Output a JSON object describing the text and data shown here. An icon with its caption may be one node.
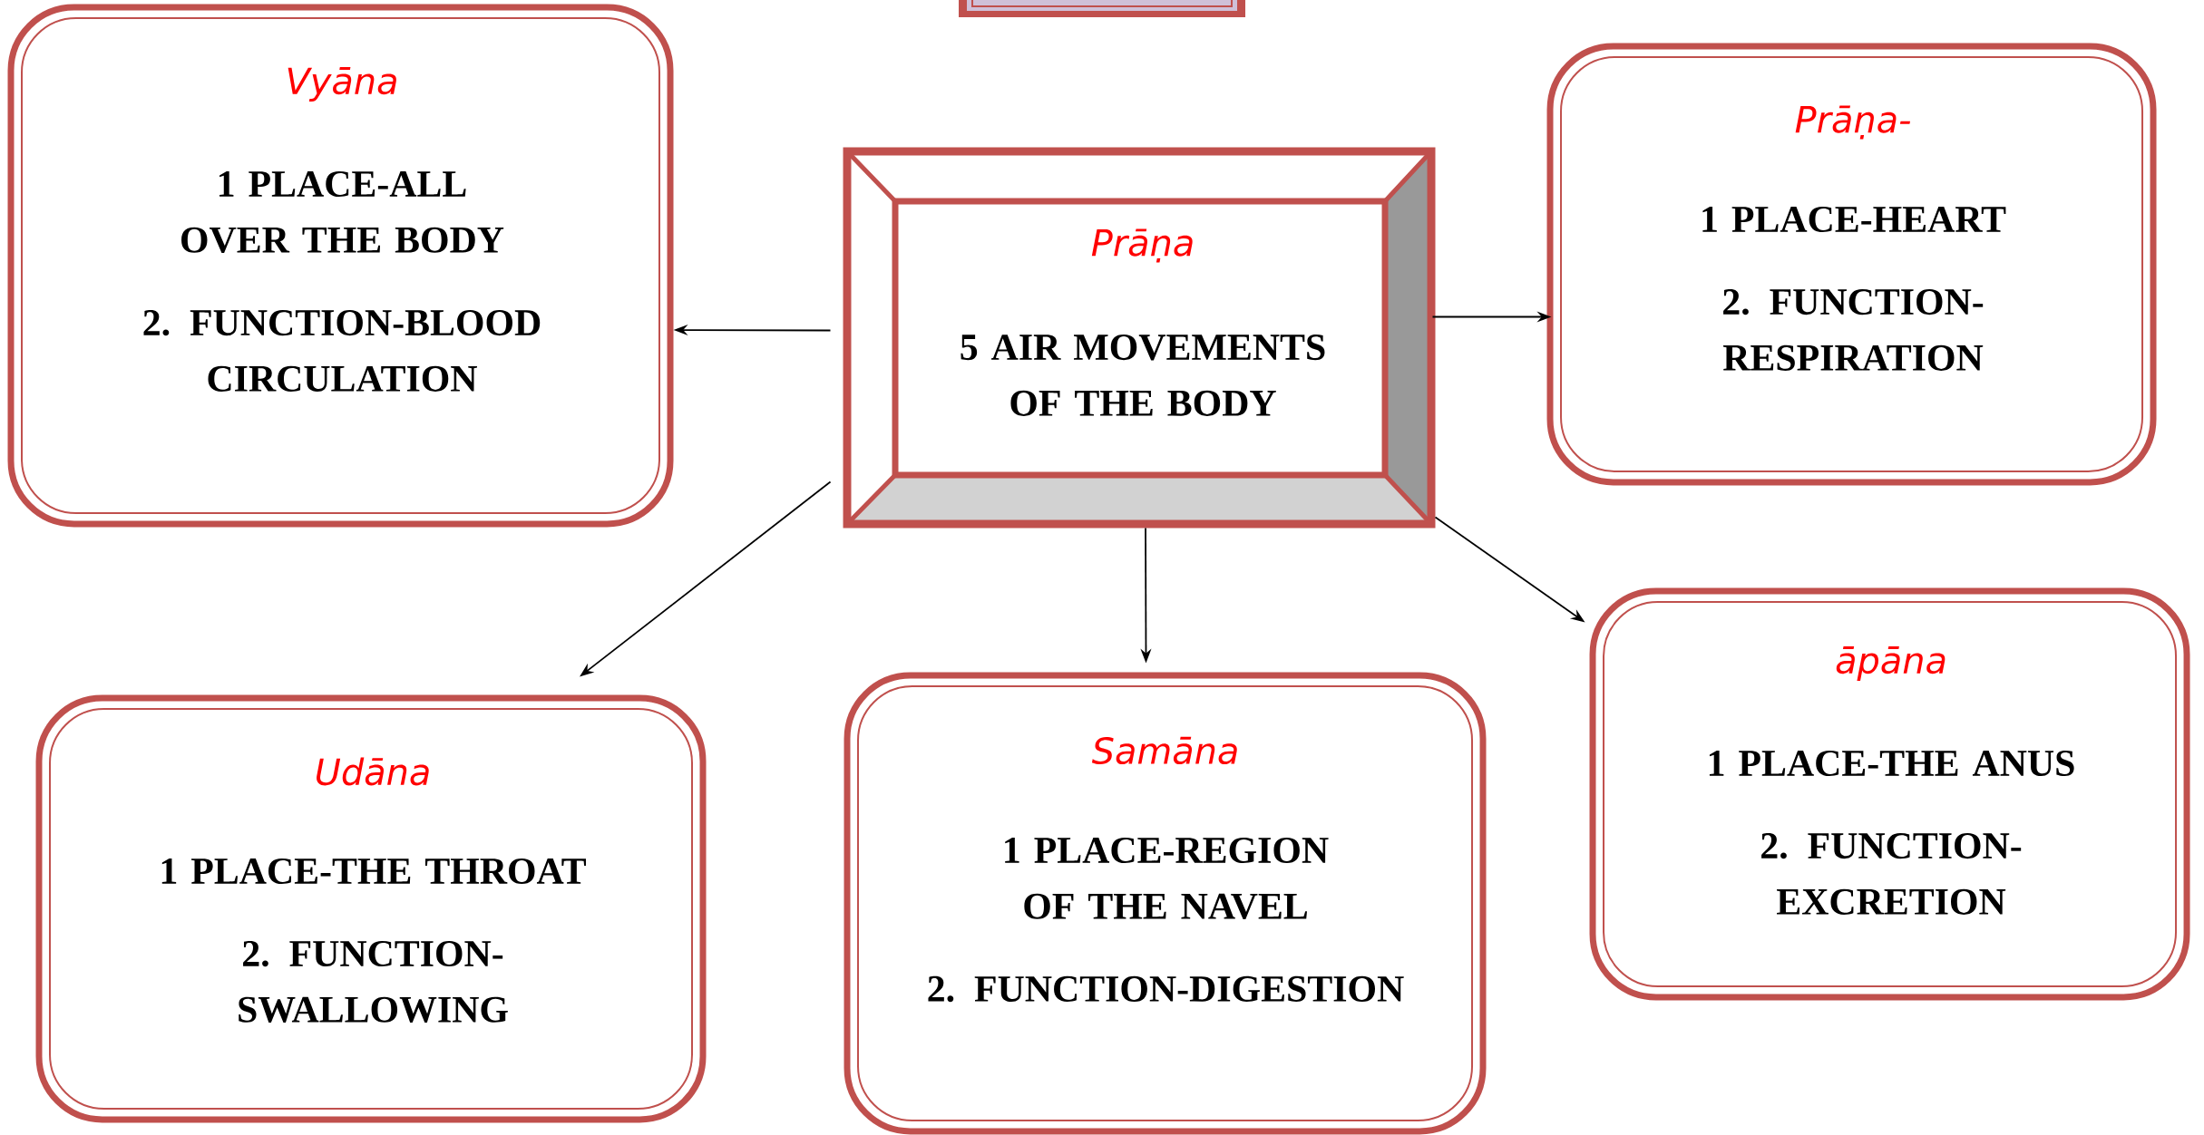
{
  "diagram": {
    "nodes": [
      {
        "text": [
          "Prāṇa",
          "5 AIR MOVEMENTS OF THE BODY"
        ]
      },
      {
        "text": [
          "Vyāna",
          "1 PLACE-ALL OVER THE BODY",
          "2. FUNCTION-BLOOD CIRCULATION"
        ]
      },
      {
        "text": [
          "Prāṇa-",
          "1 PLACE-HEART",
          "2. FUNCTION-RESPIRATION"
        ]
      },
      {
        "text": [
          "Udāna",
          "1 PLACE-THE THROAT",
          "2. FUNCTION-SWALLOWING"
        ]
      },
      {
        "text": [
          "Samāna",
          "1 PLACE-REGION OF THE NAVEL",
          "2. FUNCTION-DIGESTION"
        ]
      },
      {
        "text": [
          "āpāna",
          "1 PLACE-THE ANUS",
          "2. FUNCTION-EXCRETION"
        ]
      }
    ],
    "edges": [
      {
        "from": 0,
        "to": 1,
        "arrow": "to"
      },
      {
        "from": 0,
        "to": 2,
        "arrow": "to"
      },
      {
        "from": 0,
        "to": 3,
        "arrow": "to"
      },
      {
        "from": 0,
        "to": 4,
        "arrow": "to"
      },
      {
        "from": 0,
        "to": 5,
        "arrow": "to"
      }
    ]
  }
}
